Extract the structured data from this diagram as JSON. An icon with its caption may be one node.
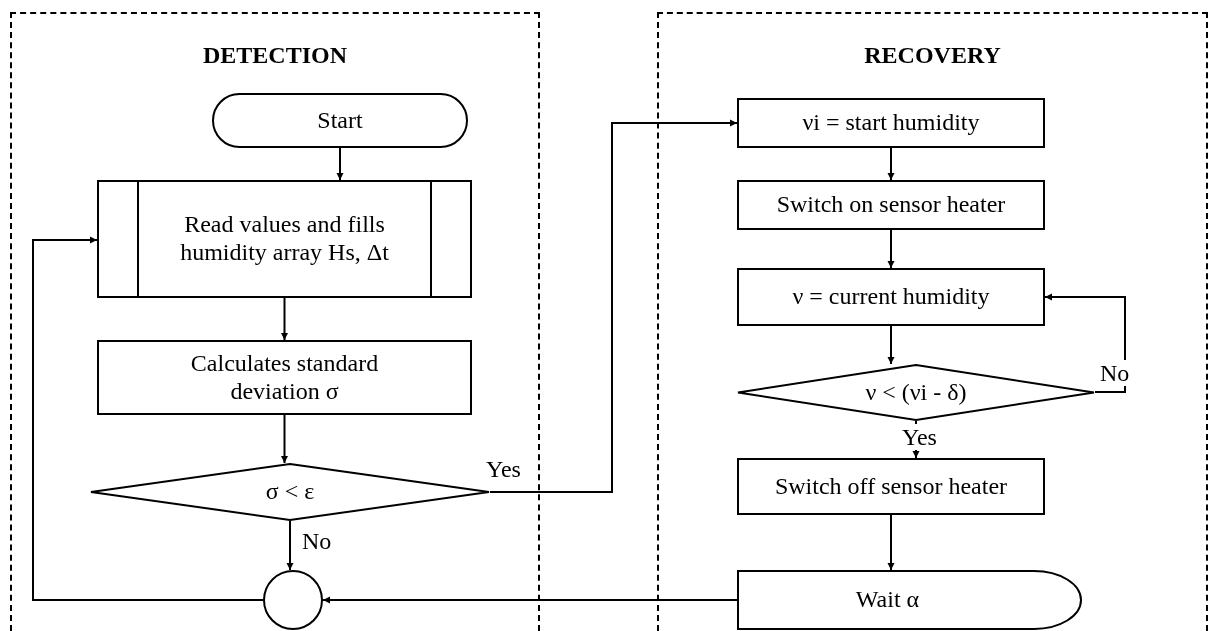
{
  "diagram": {
    "nodes": [
      {
        "text": [
          "DETECTION"
        ]
      },
      {
        "text": [
          "RECOVERY"
        ]
      },
      {
        "text": [
          "Start"
        ],
        "in": 0
      },
      {
        "text": [
          "Read values and fills humidity array Hs, Δt"
        ],
        "in": 0
      },
      {
        "text": [
          "Calculates standard deviation σ"
        ],
        "in": 0
      },
      {
        "text": [
          "σ < ε"
        ],
        "in": 0
      },
      {
        "text": [],
        "shape": "circle",
        "in": 0
      },
      {
        "text": [
          "νi = start humidity"
        ],
        "in": 1
      },
      {
        "text": [
          "Switch on sensor heater"
        ],
        "in": 1
      },
      {
        "text": [
          "ν = current humidity"
        ],
        "in": 1
      },
      {
        "text": [
          "ν < (νi - δ)"
        ],
        "in": 1
      },
      {
        "text": [
          "Switch off sensor heater"
        ],
        "in": 1
      },
      {
        "text": [
          "Wait α"
        ],
        "in": 1
      }
    ],
    "edges": [
      {
        "from": 2,
        "to": 3,
        "arrow": "to"
      },
      {
        "from": 3,
        "to": 4,
        "arrow": "to"
      },
      {
        "from": 4,
        "to": 5,
        "arrow": "to"
      },
      {
        "from": 5,
        "to": 7,
        "arrow": "to",
        "label": "Yes"
      },
      {
        "from": 5,
        "to": 6,
        "arrow": "to",
        "label": "No"
      },
      {
        "from": 6,
        "to": 3,
        "arrow": "to"
      },
      {
        "from": 7,
        "to": 8,
        "arrow": "to"
      },
      {
        "from": 8,
        "to": 9,
        "arrow": "to"
      },
      {
        "from": 9,
        "to": 10,
        "arrow": "to"
      },
      {
        "from": 10,
        "to": 9,
        "arrow": "to",
        "label": "No"
      },
      {
        "from": 10,
        "to": 11,
        "arrow": "to",
        "label": "Yes"
      },
      {
        "from": 11,
        "to": 12,
        "arrow": "to"
      },
      {
        "from": 12,
        "to": 6,
        "arrow": "to"
      }
    ]
  }
}
